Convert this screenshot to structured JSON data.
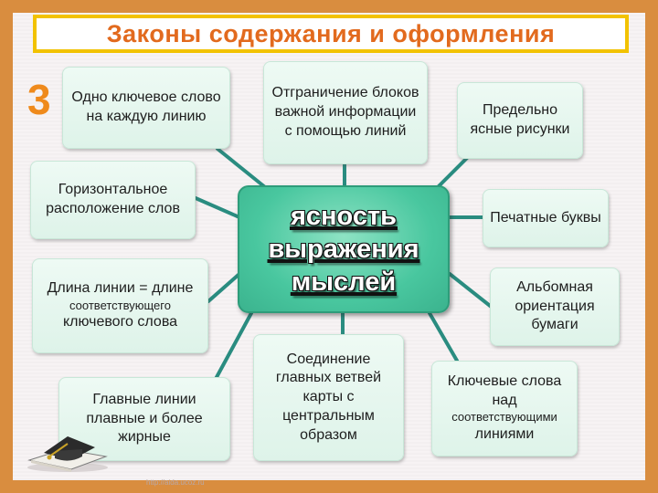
{
  "title": "Законы содержания и оформления",
  "slide_number": "3",
  "center": {
    "text": "ясность\nвыражения\nмыслей"
  },
  "nodes": [
    {
      "id": "one-keyword",
      "text": "Одно ключевое слово на каждую линию"
    },
    {
      "id": "bounded-blocks",
      "text": "Отграничение блоков важной информации с помощью линий"
    },
    {
      "id": "clear-drawings",
      "text": "Предельно ясные рисунки"
    },
    {
      "id": "horizontal-words",
      "text": "Горизонтальное расположение слов"
    },
    {
      "id": "print-letters",
      "text": "Печатные буквы"
    },
    {
      "id": "line-length-a",
      "text": "Длина линии = длине"
    },
    {
      "id": "line-length-b",
      "text": "соответствующего"
    },
    {
      "id": "line-length-c",
      "text": "ключевого слова"
    },
    {
      "id": "landscape",
      "text": "Альбомная ориентация бумаги"
    },
    {
      "id": "main-lines",
      "text": "Главные линии плавные и более жирные"
    },
    {
      "id": "connect-branches",
      "text": "Соединение главных ветвей карты с центральным образом"
    },
    {
      "id": "keywords-over-a",
      "text": "Ключевые слова над"
    },
    {
      "id": "keywords-over-b",
      "text": "соответствующими"
    },
    {
      "id": "keywords-over-c",
      "text": "линиями"
    }
  ],
  "watermark": "http://aida.ucoz.ru",
  "colors": {
    "frame": "#d98d3f",
    "title_border": "#f2c200",
    "title_text": "#e26a1e",
    "slide_number": "#ef8a1c",
    "connector": "#2a8c80",
    "center_fill": "#49c79f"
  },
  "icons": {
    "logo": "graduation-cap-on-book-icon"
  }
}
